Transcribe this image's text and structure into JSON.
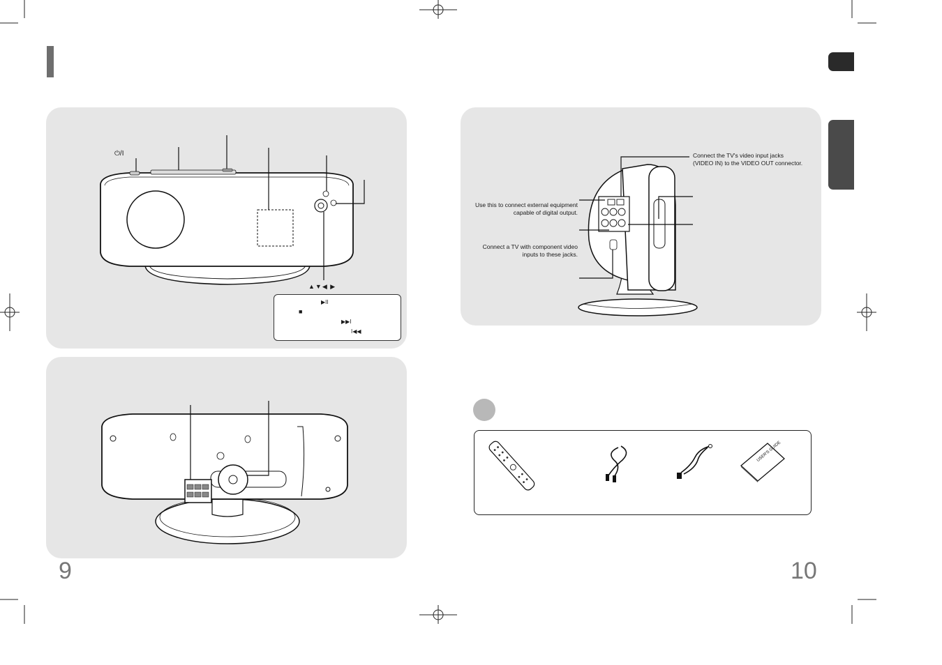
{
  "page_left": {
    "page_number": "9",
    "front_panel": {
      "power_symbol": "⏻/I",
      "arrow_keys_label": "▲▼◀ ▶",
      "button_legend": {
        "play_pause": "▶II",
        "stop": "■",
        "next": "▶▶I",
        "prev": "I◀◀"
      }
    }
  },
  "page_right": {
    "page_number": "10",
    "side_panel": {
      "callout_video_out": "Connect the TV's video input jacks\n(VIDEO IN) to the VIDEO OUT connector.",
      "callout_digital": "Use this to connect external equipment\ncapable of digital output.",
      "callout_component": "Connect a TV with component video\ninputs to these jacks."
    },
    "accessories": {
      "items": [
        {
          "icon": "remote-control-icon"
        },
        {
          "icon": "video-cable-icon"
        },
        {
          "icon": "fm-antenna-icon"
        },
        {
          "icon": "users-manual-icon",
          "cover_text": "USER'S GUIDE"
        }
      ]
    }
  },
  "colors": {
    "panel": "#e6e6e6",
    "tab_dark": "#2a2a2a",
    "tab_mid": "#4a4a4a",
    "title_bar": "#6e6e6e",
    "circle": "#b8b8b8"
  }
}
